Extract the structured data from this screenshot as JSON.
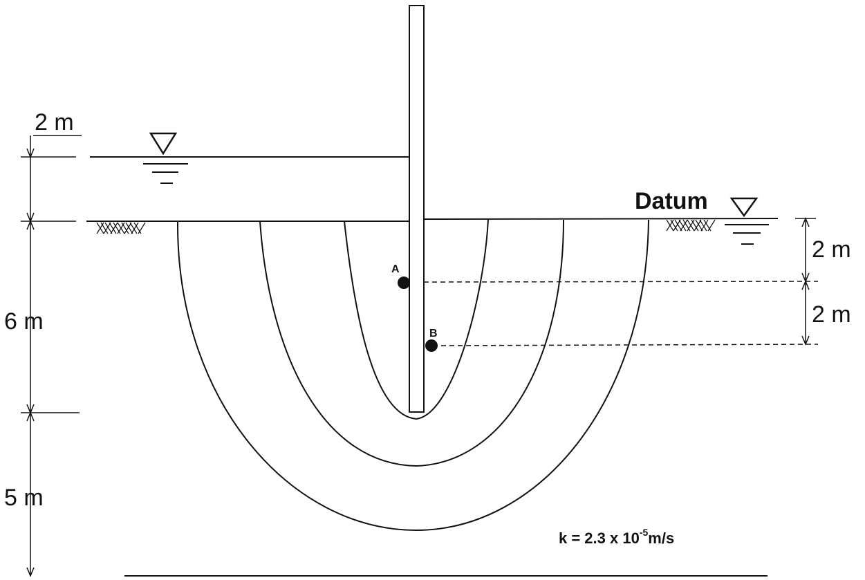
{
  "labels": {
    "upstream_water_depth": "2 m",
    "embedment_depth": "6 m",
    "layer_below_pile": "5 m",
    "datum": "Datum",
    "depth_to_a": "2 m",
    "a_to_b": "2 m",
    "point_a": "A",
    "point_b": "B",
    "permeability_prefix": "k = 2.3 x 10",
    "permeability_exponent": "-5",
    "permeability_unit": "m/s"
  },
  "symbols": {
    "water_table": "▽"
  }
}
